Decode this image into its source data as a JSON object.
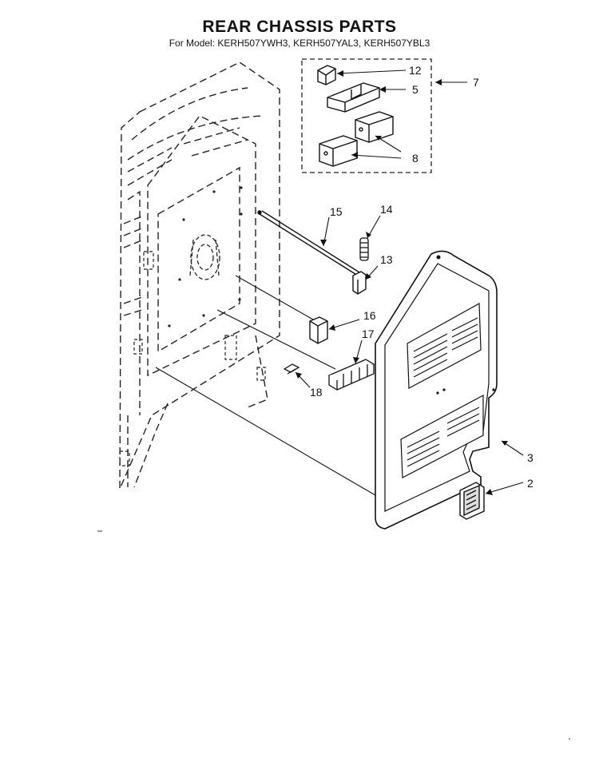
{
  "header": {
    "title": "REAR CHASSIS PARTS",
    "subtitle": "For Model: KERH507YWH3, KERH507YAL3, KERH507YBL3"
  },
  "callouts": [
    {
      "id": "12",
      "label": "12"
    },
    {
      "id": "5",
      "label": "5"
    },
    {
      "id": "7",
      "label": "7"
    },
    {
      "id": "8",
      "label": "8"
    },
    {
      "id": "15",
      "label": "15"
    },
    {
      "id": "14",
      "label": "14"
    },
    {
      "id": "13",
      "label": "13"
    },
    {
      "id": "16",
      "label": "16"
    },
    {
      "id": "17",
      "label": "17"
    },
    {
      "id": "18",
      "label": "18"
    },
    {
      "id": "3",
      "label": "3"
    },
    {
      "id": "2",
      "label": "2"
    }
  ]
}
